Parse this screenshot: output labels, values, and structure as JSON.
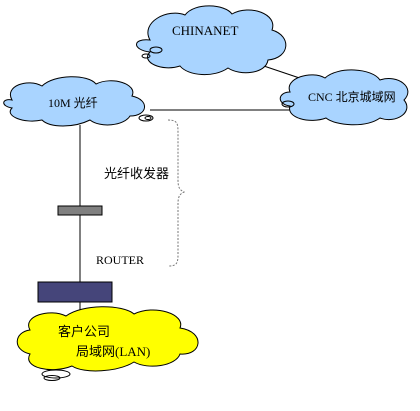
{
  "nodes": {
    "chinanet": {
      "label": "CHINANET"
    },
    "fiber_10m": {
      "label": "10M 光纤"
    },
    "cnc_beijing": {
      "label": "CNC 北京城域网"
    },
    "customer_lan": {
      "line1": "客户公司",
      "line2": "局域网(LAN)"
    }
  },
  "annotations": {
    "transceiver": "光纤收发器",
    "router": "ROUTER"
  },
  "colors": {
    "cloud_blue": "#a9d4ff",
    "cloud_yellow": "#ffff00",
    "transceiver_fill": "#808080",
    "router_fill": "#45457a",
    "line": "#000000"
  }
}
